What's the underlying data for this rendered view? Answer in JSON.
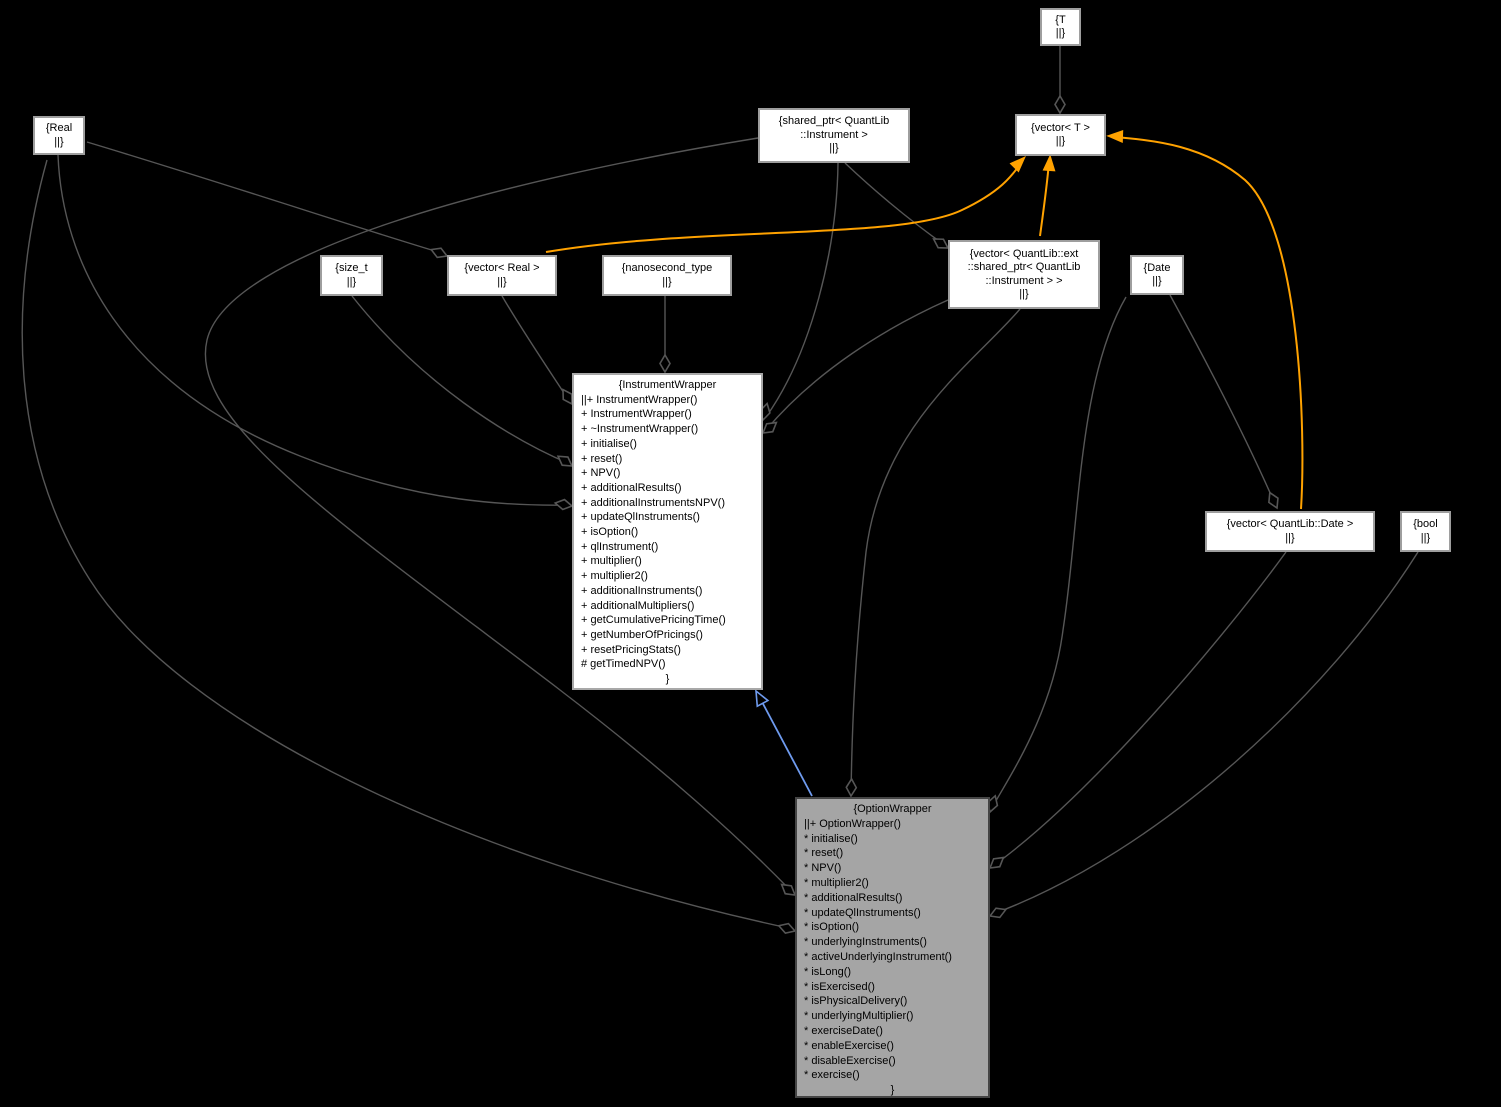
{
  "colors": {
    "background": "#000000",
    "aggregation_edge": "#565656",
    "template_edge": "#ffa200",
    "inheritance_edge": "#6f9bef",
    "node_fill": "#ffffff",
    "node_border": "#9e9e9e",
    "highlight_fill": "#a5a5a5",
    "highlight_border": "#454545",
    "node_text": "#000000"
  },
  "nodes": {
    "t": {
      "lines": [
        "{T",
        "||}"
      ]
    },
    "vector_t": {
      "lines": [
        "{vector< T >",
        "||}"
      ]
    },
    "shared_ptr_instrument": {
      "lines": [
        "{shared_ptr< QuantLib",
        "::Instrument >",
        "||}"
      ]
    },
    "real": {
      "lines": [
        "{Real",
        "||}"
      ]
    },
    "size_t": {
      "lines": [
        "{size_t",
        "||}"
      ]
    },
    "vector_real": {
      "lines": [
        "{vector< Real >",
        "||}"
      ]
    },
    "nanosecond_type": {
      "lines": [
        "{nanosecond_type",
        "||}"
      ]
    },
    "vector_ext_shared_ptr": {
      "lines": [
        "{vector< QuantLib::ext",
        "::shared_ptr< QuantLib",
        "::Instrument > >",
        "||}"
      ]
    },
    "date": {
      "lines": [
        "{Date",
        "||}"
      ]
    },
    "vector_date": {
      "lines": [
        "{vector< QuantLib::Date >",
        "||}"
      ]
    },
    "bool": {
      "lines": [
        "{bool",
        "||}"
      ]
    },
    "instrument_wrapper": {
      "title": "{InstrumentWrapper",
      "members": [
        "||+ InstrumentWrapper()",
        "+ InstrumentWrapper()",
        "+ ~InstrumentWrapper()",
        "+ initialise()",
        "+ reset()",
        "+ NPV()",
        "+ additionalResults()",
        "+ additionalInstrumentsNPV()",
        "+ updateQlInstruments()",
        "+ isOption()",
        "+ qlInstrument()",
        "+ multiplier()",
        "+ multiplier2()",
        "+ additionalInstruments()",
        "+ additionalMultipliers()",
        "+ getCumulativePricingTime()",
        "+ getNumberOfPricings()",
        "+ resetPricingStats()",
        "# getTimedNPV()"
      ],
      "footer": "}"
    },
    "option_wrapper": {
      "title": "{OptionWrapper",
      "members": [
        "||+ OptionWrapper()",
        "* initialise()",
        "* reset()",
        "* NPV()",
        "* multiplier2()",
        "* additionalResults()",
        "* updateQlInstruments()",
        "* isOption()",
        "* underlyingInstruments()",
        "* activeUnderlyingInstrument()",
        "* isLong()",
        "* isExercised()",
        "* isPhysicalDelivery()",
        "* underlyingMultiplier()",
        "* exerciseDate()",
        "* enableExercise()",
        "* disableExercise()",
        "* exercise()"
      ],
      "footer": "}"
    }
  },
  "edges": [
    {
      "from": "t",
      "to": "vector_t",
      "type": "aggregation"
    },
    {
      "from": "real",
      "to": "vector_real",
      "type": "aggregation"
    },
    {
      "from": "shared_ptr_instrument",
      "to": "vector_ext_shared_ptr",
      "type": "aggregation"
    },
    {
      "from": "nanosecond_type",
      "to": "instrument_wrapper",
      "type": "aggregation"
    },
    {
      "from": "vector_real",
      "to": "instrument_wrapper",
      "type": "aggregation"
    },
    {
      "from": "size_t",
      "to": "instrument_wrapper",
      "type": "aggregation"
    },
    {
      "from": "real",
      "to": "instrument_wrapper",
      "type": "aggregation"
    },
    {
      "from": "shared_ptr_instrument",
      "to": "instrument_wrapper",
      "type": "aggregation"
    },
    {
      "from": "vector_ext_shared_ptr",
      "to": "instrument_wrapper",
      "type": "aggregation"
    },
    {
      "from": "vector_ext_shared_ptr",
      "to": "option_wrapper",
      "type": "aggregation"
    },
    {
      "from": "shared_ptr_instrument",
      "to": "option_wrapper",
      "type": "aggregation"
    },
    {
      "from": "real",
      "to": "option_wrapper",
      "type": "aggregation"
    },
    {
      "from": "date",
      "to": "option_wrapper",
      "type": "aggregation"
    },
    {
      "from": "vector_date",
      "to": "option_wrapper",
      "type": "aggregation"
    },
    {
      "from": "bool",
      "to": "option_wrapper",
      "type": "aggregation"
    },
    {
      "from": "date",
      "to": "vector_date",
      "type": "aggregation"
    },
    {
      "from": "vector_real",
      "to": "vector_t",
      "type": "template"
    },
    {
      "from": "vector_ext_shared_ptr",
      "to": "vector_t",
      "type": "template"
    },
    {
      "from": "vector_date",
      "to": "vector_t",
      "type": "template"
    },
    {
      "from": "option_wrapper",
      "to": "instrument_wrapper",
      "type": "inheritance"
    }
  ]
}
